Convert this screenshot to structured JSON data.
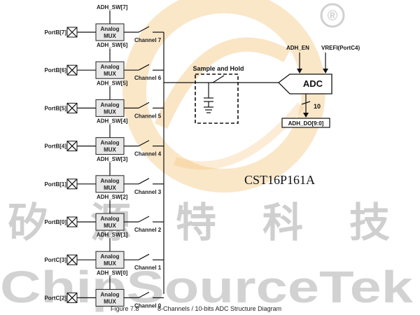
{
  "figure": {
    "caption_number": "Figure 7.8",
    "caption_text": "8-Channels / 10-bits ADC Structure Diagram"
  },
  "channels": [
    {
      "port": "PortB[7]",
      "sw": "ADH_SW[7]",
      "mux": [
        "Analog",
        "MUX"
      ],
      "channel": "Channel 7"
    },
    {
      "port": "PortB[6]",
      "sw": "ADH_SW[6]",
      "mux": [
        "Analog",
        "MUX"
      ],
      "channel": "Channel 6"
    },
    {
      "port": "PortB[5]",
      "sw": "ADH_SW[5]",
      "mux": [
        "Analog",
        "MUX"
      ],
      "channel": "Channel 5"
    },
    {
      "port": "PortB[4]",
      "sw": "ADH_SW[4]",
      "mux": [
        "Analog",
        "MUX"
      ],
      "channel": "Channel 4"
    },
    {
      "port": "PortB[1]",
      "sw": "ADH_SW[3]",
      "mux": [
        "Analog",
        "MUX"
      ],
      "channel": "Channel 3"
    },
    {
      "port": "PortB[0]",
      "sw": "ADH_SW[2]",
      "mux": [
        "Analog",
        "MUX"
      ],
      "channel": "Channel 2"
    },
    {
      "port": "PortC[3]",
      "sw": "ADH_SW[1]",
      "mux": [
        "Analog",
        "MUX"
      ],
      "channel": "Channel 1"
    },
    {
      "port": "PortC[2]",
      "sw": "ADH_SW[0]",
      "mux": [
        "Analog",
        "MUX"
      ],
      "channel": "Channel 0"
    }
  ],
  "sample_hold": {
    "label": "Sample and Hold"
  },
  "adc": {
    "label": "ADC",
    "enable": "ADH_EN",
    "vref": "VREFI(PortC4)",
    "bus_width": "10",
    "output": "ADH_DO[9:0]"
  },
  "chip_name": "CST16P161A",
  "watermark": {
    "chinese": [
      "矽",
      "源",
      "特",
      "科",
      "技"
    ],
    "latin": "ChipSourceTek",
    "registered": "®"
  },
  "colors": {
    "logo_orange": "#f2b45a",
    "watermark_gray": "#cfcfcf",
    "mux_fill": "#e9e9e9"
  }
}
